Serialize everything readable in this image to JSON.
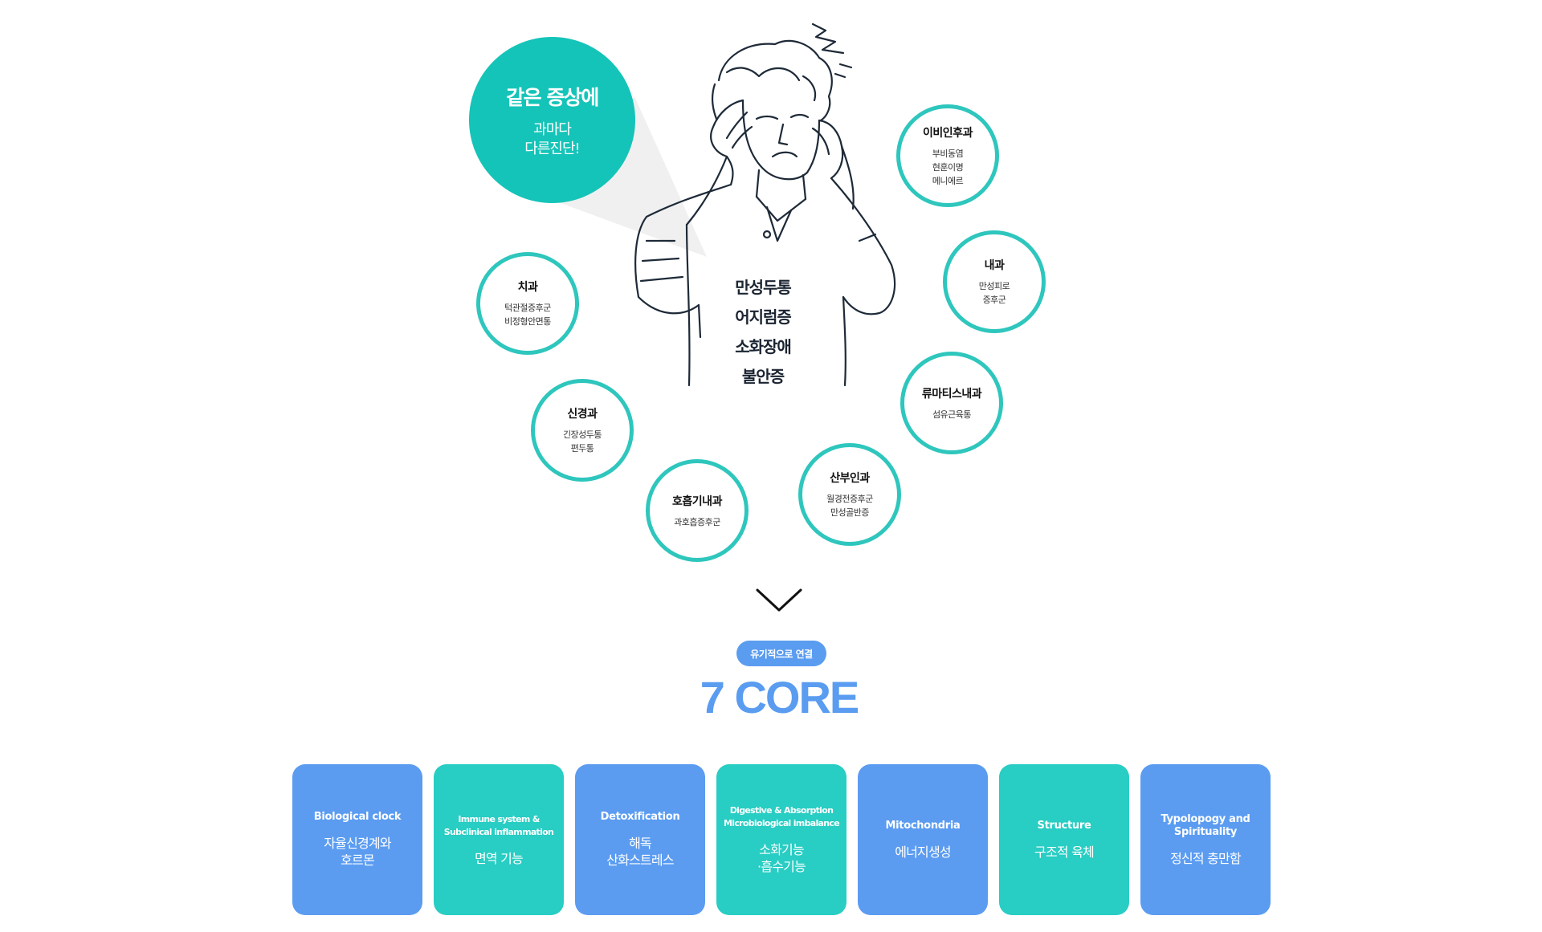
{
  "colors": {
    "teal_accent": "#14c4b8",
    "circle_border": "#2ec6bd",
    "blue": "#5b9cf1",
    "teal": "#28cdc3",
    "line_art": "#1e2a38"
  },
  "bubble": {
    "title": "같은 증상에",
    "line1": "과마다",
    "line2": "다른진단!"
  },
  "center_symptoms": [
    "만성두통",
    "어지럼증",
    "소화장애",
    "불안증"
  ],
  "departments": [
    {
      "name": "이비인후과",
      "symptoms": [
        "부비동염",
        "현훈이명",
        "메니에르"
      ]
    },
    {
      "name": "내과",
      "symptoms": [
        "만성피로",
        "증후군"
      ]
    },
    {
      "name": "류마티스내과",
      "symptoms": [
        "섬유근육통"
      ]
    },
    {
      "name": "산부인과",
      "symptoms": [
        "월경전증후군",
        "만성골반증"
      ]
    },
    {
      "name": "호흡기내과",
      "symptoms": [
        "과호흡증후군"
      ]
    },
    {
      "name": "신경과",
      "symptoms": [
        "긴장성두통",
        "편두통"
      ]
    },
    {
      "name": "치과",
      "symptoms": [
        "턱관절증후군",
        "비정형안면통"
      ]
    }
  ],
  "divider_icon": "chevron-down-icon",
  "badge": "유기적으로 연결",
  "core_title": "7 CORE",
  "cores": [
    {
      "en": "Biological clock",
      "ko": [
        "자율신경계와",
        "호르몬"
      ],
      "color": "blue"
    },
    {
      "en": "Immune system & Subclinical inflammation",
      "ko": [
        "면역 기능"
      ],
      "color": "teal"
    },
    {
      "en": "Detoxification",
      "ko": [
        "해독",
        "산화스트레스"
      ],
      "color": "blue"
    },
    {
      "en": "Digestive & Absorption Microbiological imbalance",
      "ko": [
        "소화기능",
        "·흡수기능"
      ],
      "color": "teal"
    },
    {
      "en": "Mitochondria",
      "ko": [
        "에너지생성"
      ],
      "color": "blue"
    },
    {
      "en": "Structure",
      "ko": [
        "구조적 육체"
      ],
      "color": "teal"
    },
    {
      "en": "Typolopogy and Spirituality",
      "ko": [
        "정신적 충만함"
      ],
      "color": "blue"
    }
  ]
}
